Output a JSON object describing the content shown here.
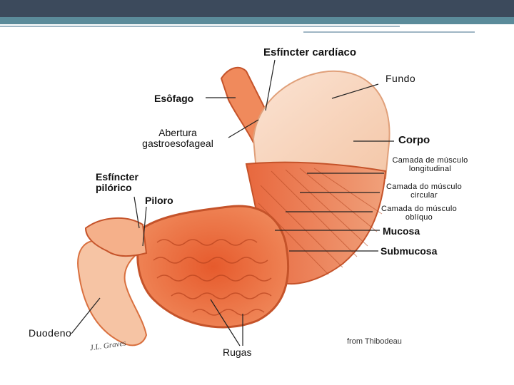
{
  "slide": {
    "header_color": "#3c4a5c",
    "accent_color": "#5b8b9a"
  },
  "labels": {
    "esfincter_cardiaco": "Esfíncter cardíaco",
    "fundo": "Fundo",
    "esofago": "Esôfago",
    "abertura_line1": "Abertura",
    "abertura_line2": "gastroesofageal",
    "corpo": "Corpo",
    "longitudinal_line1": "Camada de músculo",
    "longitudinal_line2": "longitudinal",
    "circular_line1": "Camada do músculo",
    "circular_line2": "circular",
    "obliquo_line1": "Camada do músculo",
    "obliquo_line2": "oblíquo",
    "esfincter_pilorico_line1": "Esfíncter",
    "esfincter_pilorico_line2": "pilórico",
    "piloro": "Piloro",
    "mucosa": "Mucosa",
    "submucosa": "Submucosa",
    "duodeno": "Duodeno",
    "rugas": "Rugas",
    "credit": "from Thibodeau"
  }
}
